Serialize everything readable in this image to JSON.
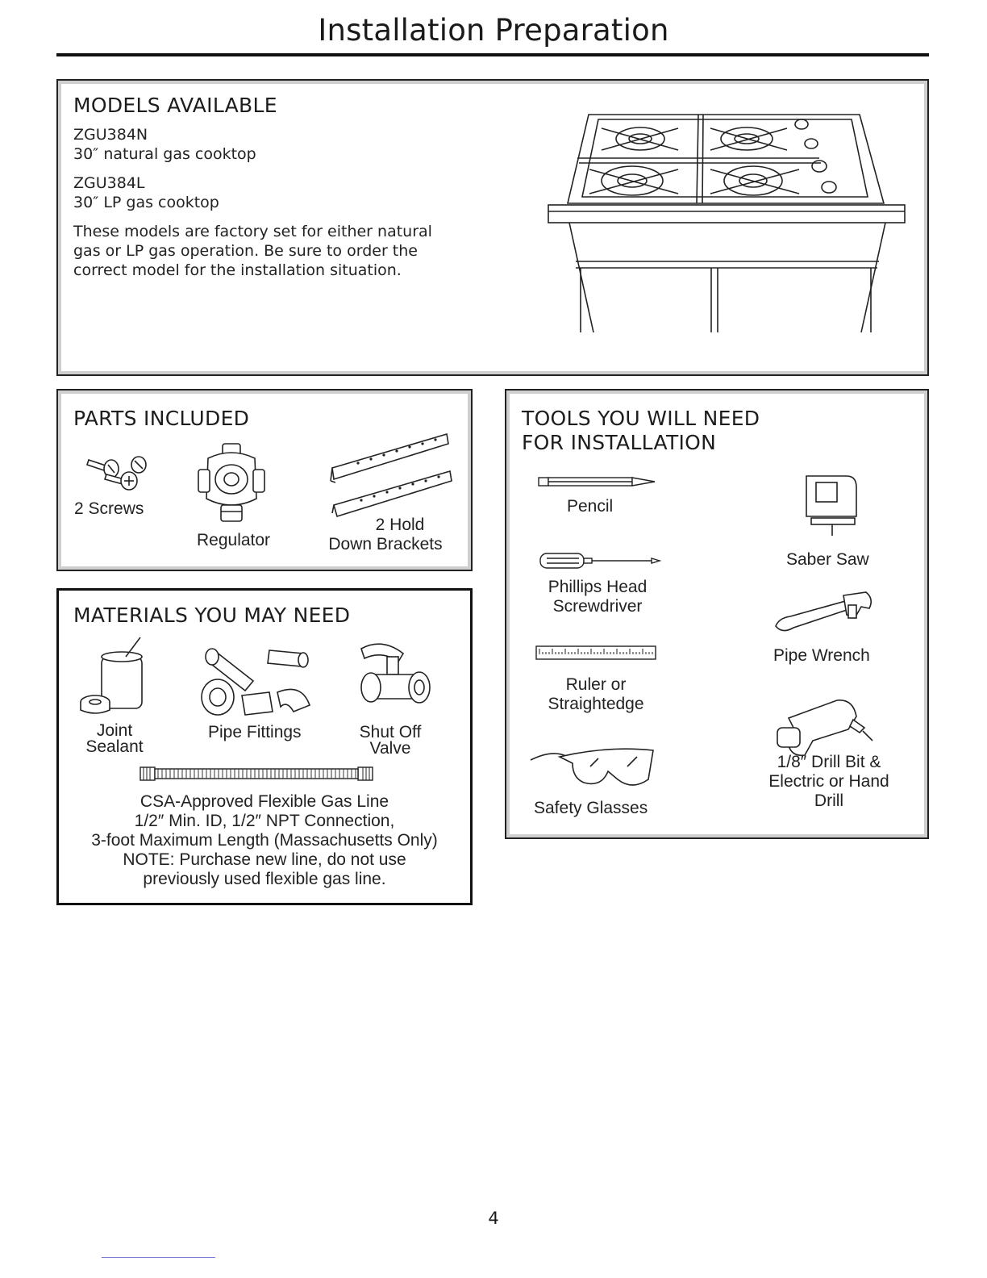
{
  "page": {
    "title": "Installation Preparation",
    "page_number": "4"
  },
  "models": {
    "heading": "MODELS AVAILABLE",
    "model1_code": "ZGU384N",
    "model1_desc": "30″ natural gas cooktop",
    "model2_code": "ZGU384L",
    "model2_desc": "30″ LP gas cooktop",
    "note_lines": [
      "These models are factory set for either natural",
      "gas or LP gas operation. Be sure to order the",
      "correct model for the installation situation."
    ]
  },
  "parts": {
    "heading": "PARTS INCLUDED",
    "screws": "2 Screws",
    "regulator": "Regulator",
    "brackets_line1": "2 Hold",
    "brackets_line2": "Down Brackets"
  },
  "materials": {
    "heading": "MATERIALS YOU MAY NEED",
    "sealant_line1": "Joint",
    "sealant_line2": "Sealant",
    "fittings": "Pipe Fittings",
    "valve_line1": "Shut Off",
    "valve_line2": "Valve",
    "gas_line_lines": [
      "CSA-Approved Flexible Gas Line",
      "1/2″ Min. ID, 1/2″ NPT Connection,",
      "3-foot Maximum Length (Massachusetts Only)",
      "NOTE: Purchase new line, do not use",
      "previously used flexible gas line."
    ]
  },
  "tools": {
    "heading_line1": "TOOLS YOU WILL NEED",
    "heading_line2": "FOR INSTALLATION",
    "pencil": "Pencil",
    "screwdriver_line1": "Phillips Head",
    "screwdriver_line2": "Screwdriver",
    "ruler_line1": "Ruler or",
    "ruler_line2": "Straightedge",
    "glasses": "Safety Glasses",
    "saw": "Saber Saw",
    "wrench": "Pipe Wrench",
    "drill_line1": "1/8″ Drill Bit &",
    "drill_line2": "Electric or Hand",
    "drill_line3": "Drill"
  }
}
